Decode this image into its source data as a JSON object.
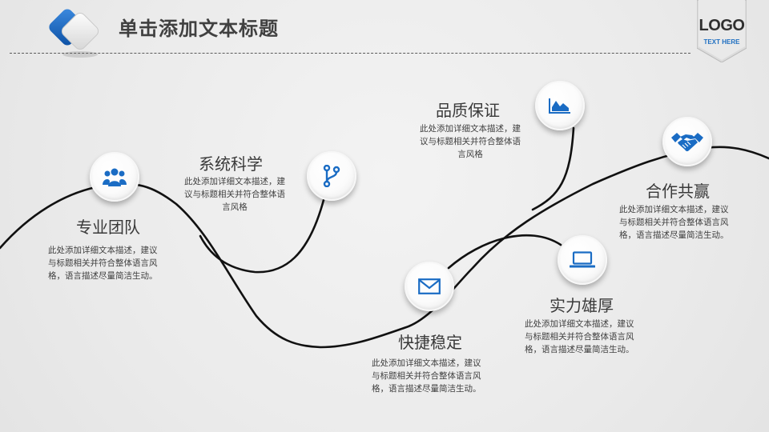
{
  "header": {
    "title": "单击添加文本标题",
    "logo": "LOGO",
    "logo_sub": "TEXT HERE"
  },
  "colors": {
    "accent": "#1a6cc4",
    "line": "#111111",
    "background": "#ededed"
  },
  "features": [
    {
      "title": "专业团队",
      "icon": "team-icon",
      "desc": [
        "此处添加详细文本描述，建议",
        "与标题相关并符合整体语言风",
        "格，语言描述尽量简洁生动。"
      ]
    },
    {
      "title": "系统科学",
      "icon": "branch-icon",
      "desc": [
        "此处添加详细文本描述，建",
        "议与标题相关并符合整体语",
        "言风格"
      ]
    },
    {
      "title": "品质保证",
      "icon": "area-chart-icon",
      "desc": [
        "此处添加详细文本描述，建",
        "议与标题相关并符合整体语",
        "言风格"
      ]
    },
    {
      "title": "快捷稳定",
      "icon": "mail-icon",
      "desc": [
        "此处添加详细文本描述，建议",
        "与标题相关并符合整体语言风",
        "格，语言描述尽量简洁生动。"
      ]
    },
    {
      "title": "实力雄厚",
      "icon": "laptop-icon",
      "desc": [
        "此处添加详细文本描述，建议",
        "与标题相关并符合整体语言风",
        "格，语言描述尽量简洁生动。"
      ]
    },
    {
      "title": "合作共赢",
      "icon": "handshake-icon",
      "desc": [
        "此处添加详细文本描述，建议",
        "与标题相关并符合整体语言风",
        "格，语言描述尽量简洁生动。"
      ]
    }
  ]
}
